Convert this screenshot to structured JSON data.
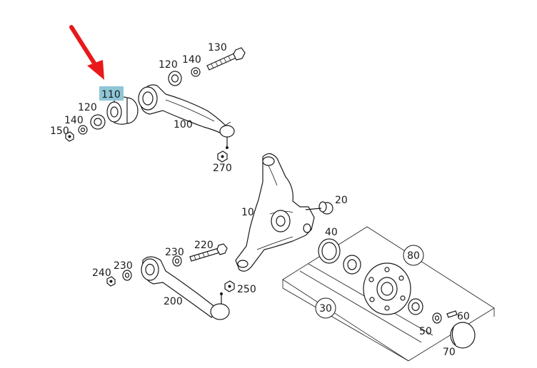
{
  "diagram": {
    "highlight_color": "#8ec6d6",
    "arrow_color": "#e8191b",
    "line_color": "#1a1a1a",
    "labels": {
      "p110": "110",
      "p120a": "120",
      "p140a": "140",
      "p130": "130",
      "p120b": "120",
      "p140b": "140",
      "p150": "150",
      "p100": "100",
      "p270": "270",
      "p20": "20",
      "p10": "10",
      "p40": "40",
      "p80": "80",
      "p220": "220",
      "p230a": "230",
      "p230b": "230",
      "p240": "240",
      "p250": "250",
      "p200": "200",
      "p30": "30",
      "p60": "60",
      "p50": "50",
      "p70": "70"
    }
  }
}
